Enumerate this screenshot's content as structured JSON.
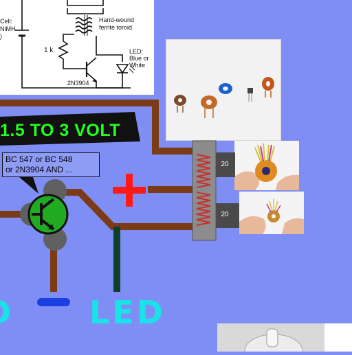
{
  "schematic": {
    "cell_label": "Cell:",
    "cell_type": "NiMH",
    "cell_paren": ")",
    "toroid_label_1": "Hand-wound",
    "toroid_label_2": "ferrite toroid",
    "resistor_label": "1 k",
    "led_label_1": "LED:",
    "led_label_2": "Blue or",
    "led_label_3": "White",
    "transistor_label": "2N3904"
  },
  "voltage_banner": "1.5 TO 3 VOLT",
  "transistor_note": {
    "line1": "BC 547 or BC 548",
    "line2": "or 2N3904 AND ..."
  },
  "plus_sign": "+",
  "minus_sign": "−",
  "led_label": "LED",
  "led_label_partial": "D",
  "winding_top": "20",
  "winding_bottom": "20",
  "colors": {
    "background": "#7f8ef5",
    "wire": "#7a3b16",
    "plus": "#ff1a1a",
    "minus": "#1c3fe0",
    "led_text": "#19e3e6",
    "banner_text": "#22ff22",
    "transistor_body": "#22aa22",
    "led_wire": "#0f3e2a"
  }
}
